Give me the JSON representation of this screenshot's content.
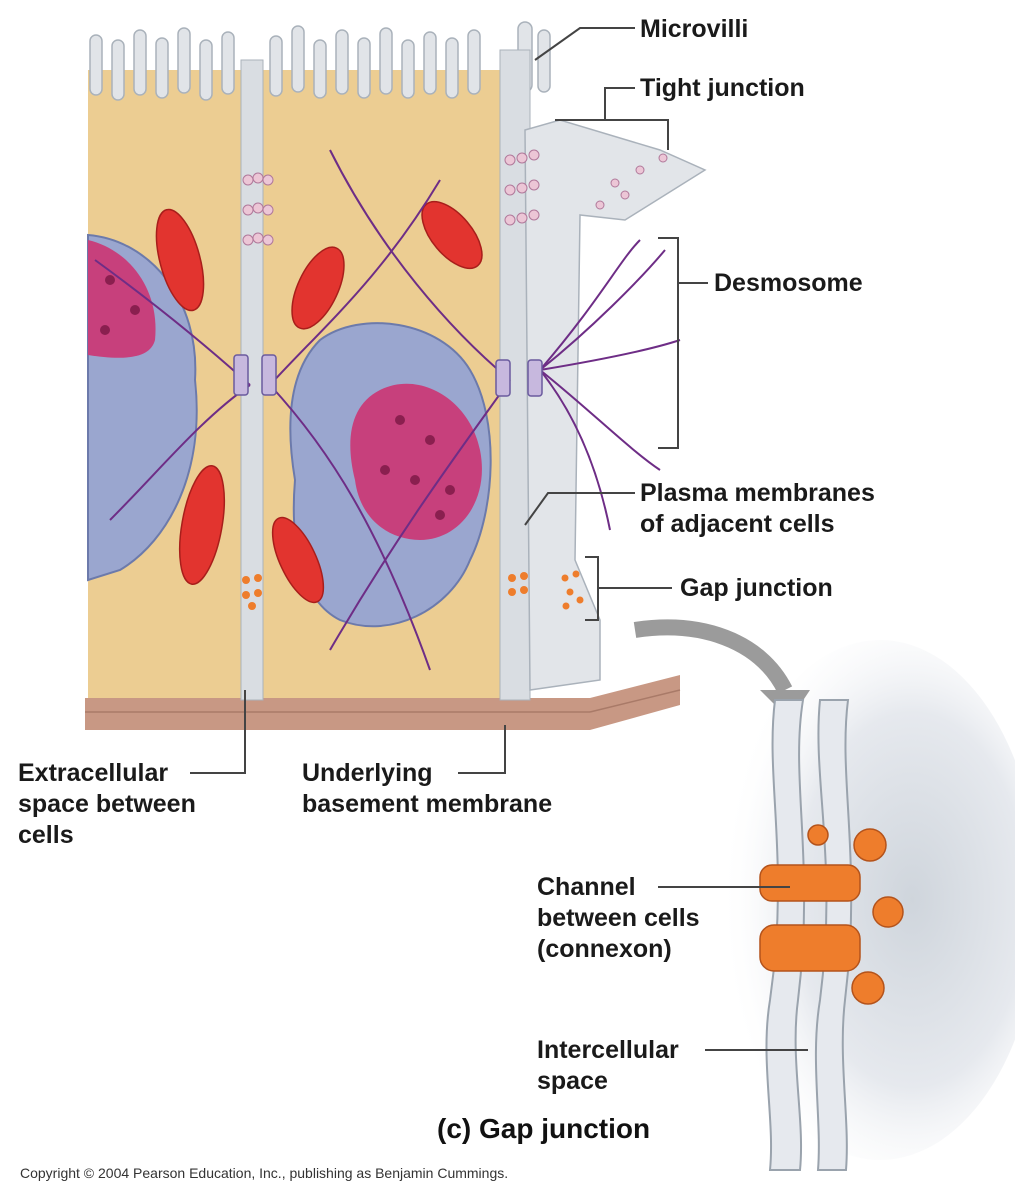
{
  "labels": {
    "microvilli": "Microvilli",
    "tight_junction": "Tight junction",
    "desmosome": "Desmosome",
    "plasma_membranes": "Plasma membranes\nof adjacent cells",
    "gap_junction": "Gap junction",
    "extracellular_space": "Extracellular\nspace between\ncells",
    "basement_membrane": "Underlying\nbasement membrane",
    "channel": "Channel\nbetween cells\n(connexon)",
    "intercellular_space": "Intercellular\nspace"
  },
  "caption": "(c) Gap junction",
  "copyright": "Copyright © 2004 Pearson Education, Inc., publishing as Benjamin Cummings.",
  "colors": {
    "cytoplasm": "#eccd92",
    "membrane": "#d9dde2",
    "basement": "#c89884",
    "nucleus": "#9aa6cf",
    "chromatin": "#c7407c",
    "mitochondria": "#e2342f",
    "connexon": "#ee7d2c",
    "fiber": "#6e2d86",
    "leader": "#444444"
  }
}
